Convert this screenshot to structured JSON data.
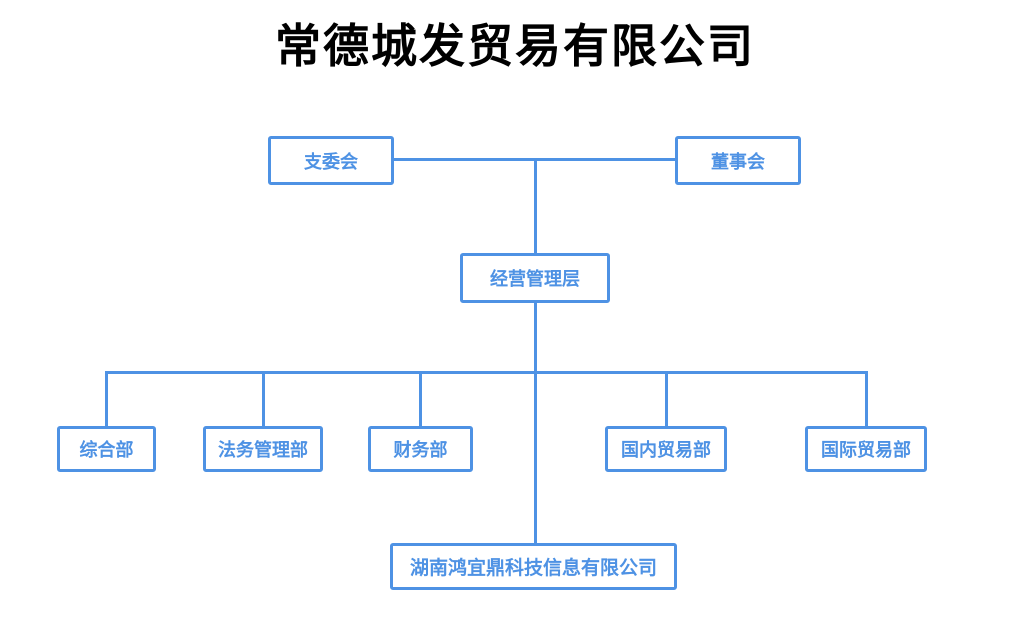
{
  "title": "常德城发贸易有限公司",
  "accent_color": "#4e92e4",
  "org_chart": {
    "top_level": [
      {
        "label": "支委会"
      },
      {
        "label": "董事会"
      }
    ],
    "management": {
      "label": "经营管理层"
    },
    "departments": [
      {
        "label": "综合部"
      },
      {
        "label": "法务管理部"
      },
      {
        "label": "财务部"
      },
      {
        "label": "国内贸易部"
      },
      {
        "label": "国际贸易部"
      }
    ],
    "subsidiary": {
      "label": "湖南鸿宜鼎科技信息有限公司"
    }
  }
}
